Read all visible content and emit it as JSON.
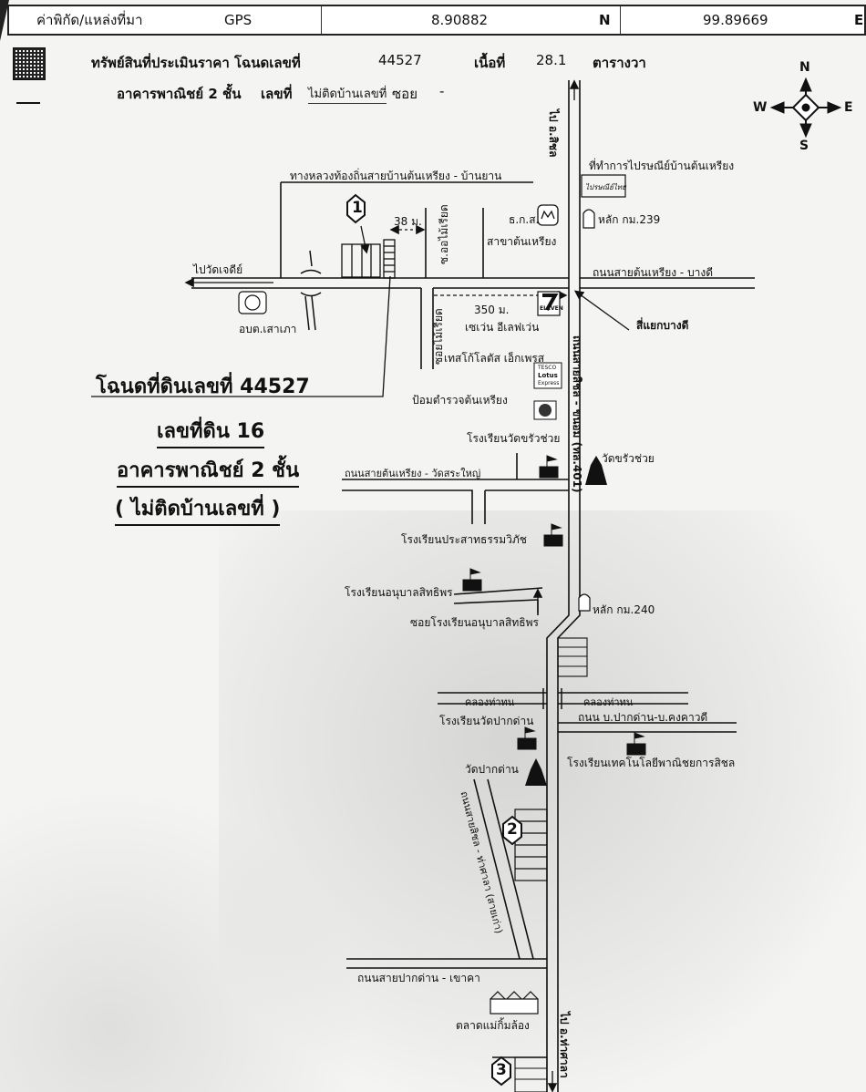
{
  "gps": {
    "label": "ค่าพิกัด/แหล่งที่มา",
    "source": "GPS",
    "lat": "8.90882",
    "lat_dir": "N",
    "lon": "99.89669",
    "lon_dir": "E"
  },
  "header": {
    "property_label": "ทรัพย์สินที่ประเมินราคา โฉนดเลขที่",
    "deed_no": "44527",
    "area_label": "เนื้อที่",
    "area_value": "28.1",
    "area_unit": "ตารางวา",
    "building": "อาคารพาณิชย์ 2 ชั้น",
    "house_no_label": "เลขที่",
    "house_no_value": "ไม่ติดบ้านเลขที่",
    "soi_label": "ซอย",
    "soi_value": "-"
  },
  "compass": {
    "n": "N",
    "s": "S",
    "e": "E",
    "w": "W"
  },
  "markers": [
    "1",
    "2",
    "3"
  ],
  "callout": {
    "deed": "โฉนดที่ดินเลขที่ 44527",
    "land_no": "เลขที่ดิน 16",
    "building": "อาคารพาณิชย์ 2 ชั้น",
    "no_house_no": "( ไม่ติดบ้านเลขที่ )"
  },
  "labels": {
    "local_road": "ทางหลวงท้องถิ่นสายบ้านต้นเหรียง - บ้านยาน",
    "dist_38": "38 ม.",
    "soi_omairiat_top": "ซ.ออไม้เรียด",
    "bank_1": "ธ.ก.ส.",
    "bank_2": "สาขาต้นเหรียง",
    "to_nakhon": "ไป อ.สิชล",
    "post_office": "ที่ทำการไปรษณีย์บ้านต้นเหรียง",
    "km239": "หลัก กม.239",
    "to_wat_chedi": "ไปวัดเจดีย์",
    "road_tonrieng_bangdee": "ถนนสายต้นเหรียง - บางดี",
    "obt": "อบต.เสาเภา",
    "dist_350": "350 ม.",
    "seven_eleven": "เซเว่น อีเลฟเว่น",
    "intersection": "สี่แยกบางดี",
    "soi_omairiat_side": "ซอยไม้เรียด",
    "tesco": "เทสโก้โลตัส เอ็กเพรส",
    "police": "ป้อมตำรวจต้นเหรียง",
    "school_kwachuai": "โรงเรียนวัดขรัวช่วย",
    "wat_kwachuai": "วัดขรัวช่วย",
    "road_tonrieng_watsra": "ถนนสายต้นเหรียง - วัดสระใหญ่",
    "main_road": "ถนนสายสิชล - ขนอม (ทล.401)",
    "school_prasat": "โรงเรียนประสาทธรรมวิภัช",
    "school_anuban": "โรงเรียนอนุบาลสิทธิพร",
    "soi_anuban": "ซอยโรงเรียนอนุบาลสิทธิพร",
    "km240": "หลัก กม.240",
    "canal_left": "คลองท่าทน",
    "canal_right": "คลองท่าทน",
    "school_pakdan": "โรงเรียนวัดปากด่าน",
    "road_pakdan": "ถนน บ.ปากด่าน-บ.คงคาวดี",
    "school_tech": "โรงเรียนเทคโนโลยีพาณิชยการสิชล",
    "wat_pakdan": "วัดปากด่าน",
    "old_road": "ถนนสายสิชล - ท่าศาลา (สายเก่า)",
    "road_pakdan_khaoka": "ถนนสายปากด่าน - เขาคา",
    "market": "ตลาดแม่กิ้มล้อง",
    "to_thasala": "ไป อ.ท่าศาลา",
    "logo_711": "ELEVEN",
    "logo_tesco_1": "TESCO",
    "logo_tesco_2": "Lotus",
    "logo_tesco_3": "Express",
    "logo_post": "ไปรษณีย์ไทย"
  },
  "colors": {
    "ink": "#111111",
    "paper": "#f4f4f2",
    "shade": "#9a9a9a"
  }
}
